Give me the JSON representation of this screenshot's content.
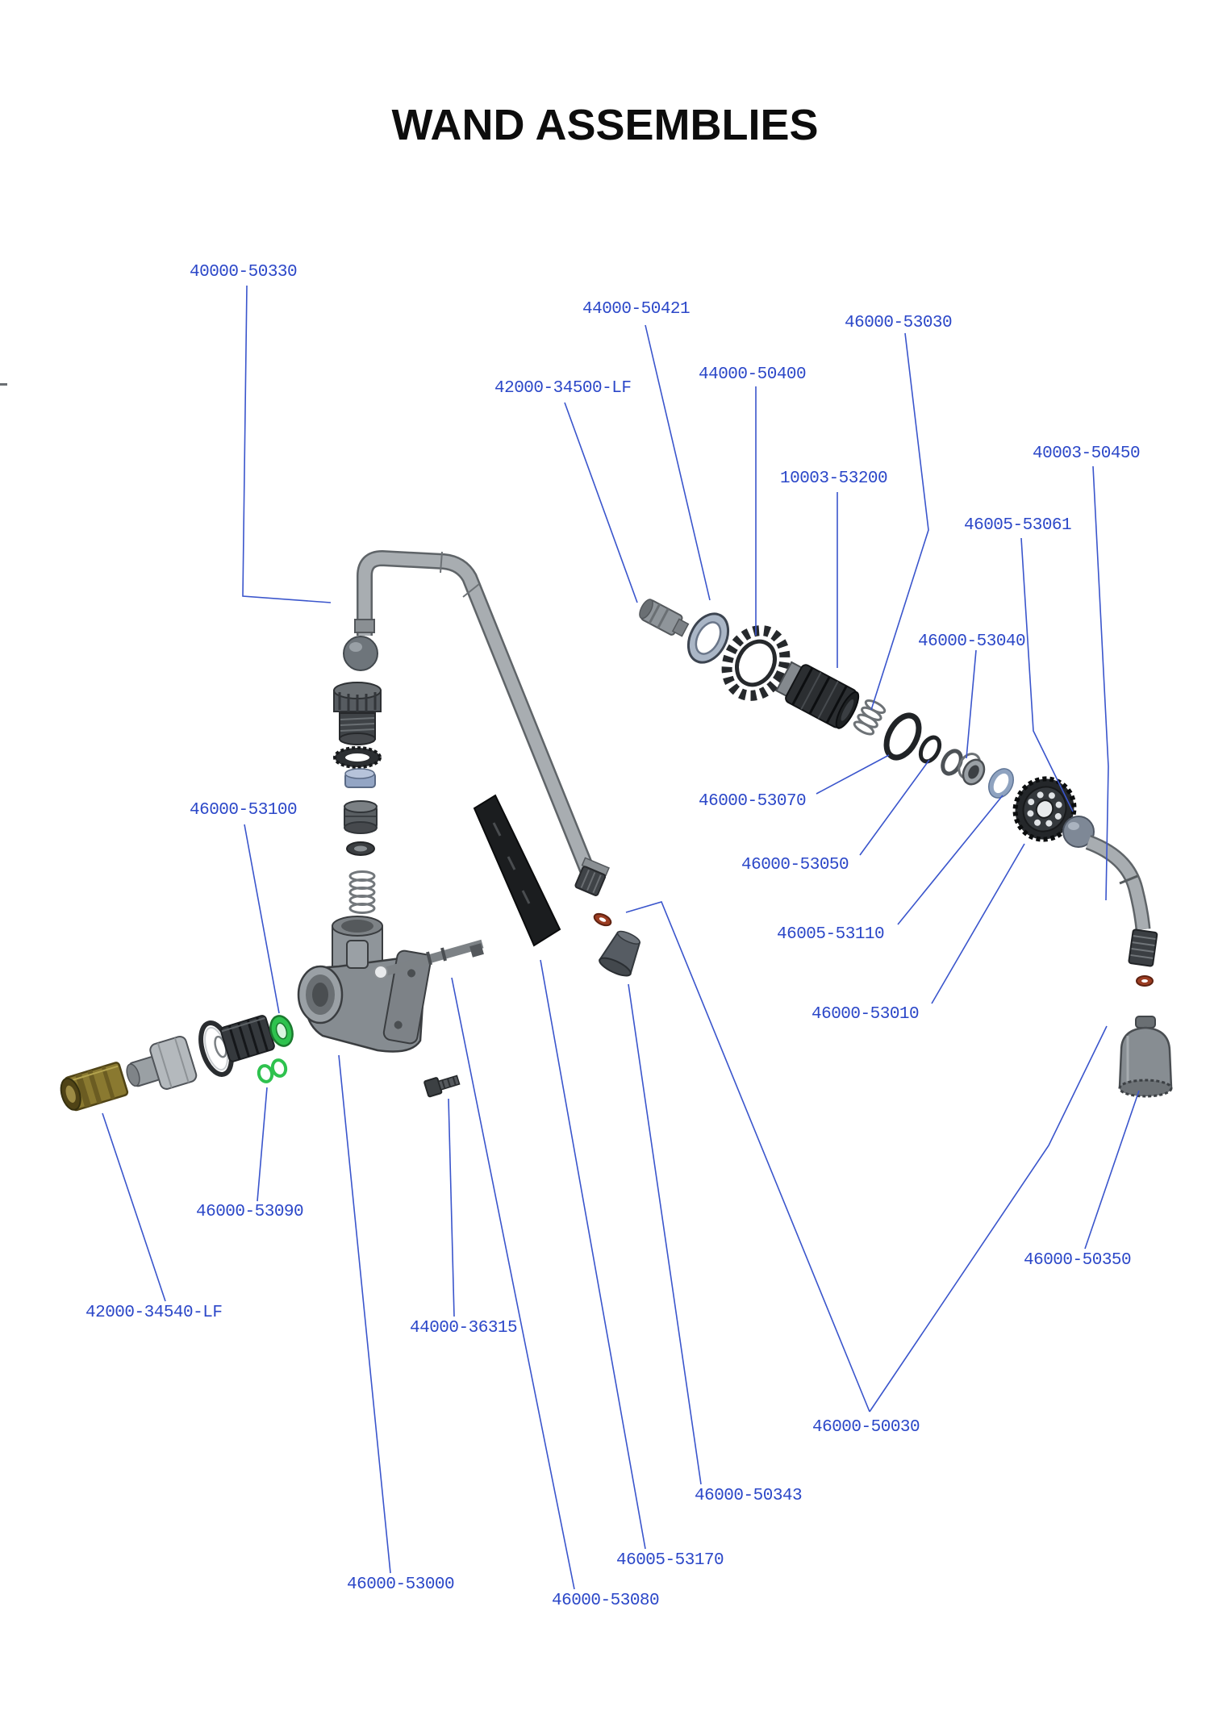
{
  "title": "WAND ASSEMBLIES",
  "colors": {
    "label_text": "#2b47c8",
    "leader_line": "#3a55cc",
    "title_text": "#0d0d0d",
    "green_part": "#2ec24e",
    "brass_part": "#8a7930",
    "red_oring": "#9c3d22",
    "metal_gray": "#9fa4a8"
  },
  "labels": [
    {
      "part_number": "40000-50330"
    },
    {
      "part_number": "44000-50421"
    },
    {
      "part_number": "42000-34500-LF"
    },
    {
      "part_number": "44000-50400"
    },
    {
      "part_number": "46000-53030"
    },
    {
      "part_number": "10003-53200"
    },
    {
      "part_number": "40003-50450"
    },
    {
      "part_number": "46005-53061"
    },
    {
      "part_number": "46000-53040"
    },
    {
      "part_number": "46000-53070"
    },
    {
      "part_number": "46000-53050"
    },
    {
      "part_number": "46005-53110"
    },
    {
      "part_number": "46000-53010"
    },
    {
      "part_number": "46000-53100"
    },
    {
      "part_number": "46000-53090"
    },
    {
      "part_number": "42000-34540-LF"
    },
    {
      "part_number": "44000-36315"
    },
    {
      "part_number": "46000-53000"
    },
    {
      "part_number": "46000-53080"
    },
    {
      "part_number": "46005-53170"
    },
    {
      "part_number": "46000-50343"
    },
    {
      "part_number": "46000-50030"
    },
    {
      "part_number": "46000-50350"
    }
  ]
}
